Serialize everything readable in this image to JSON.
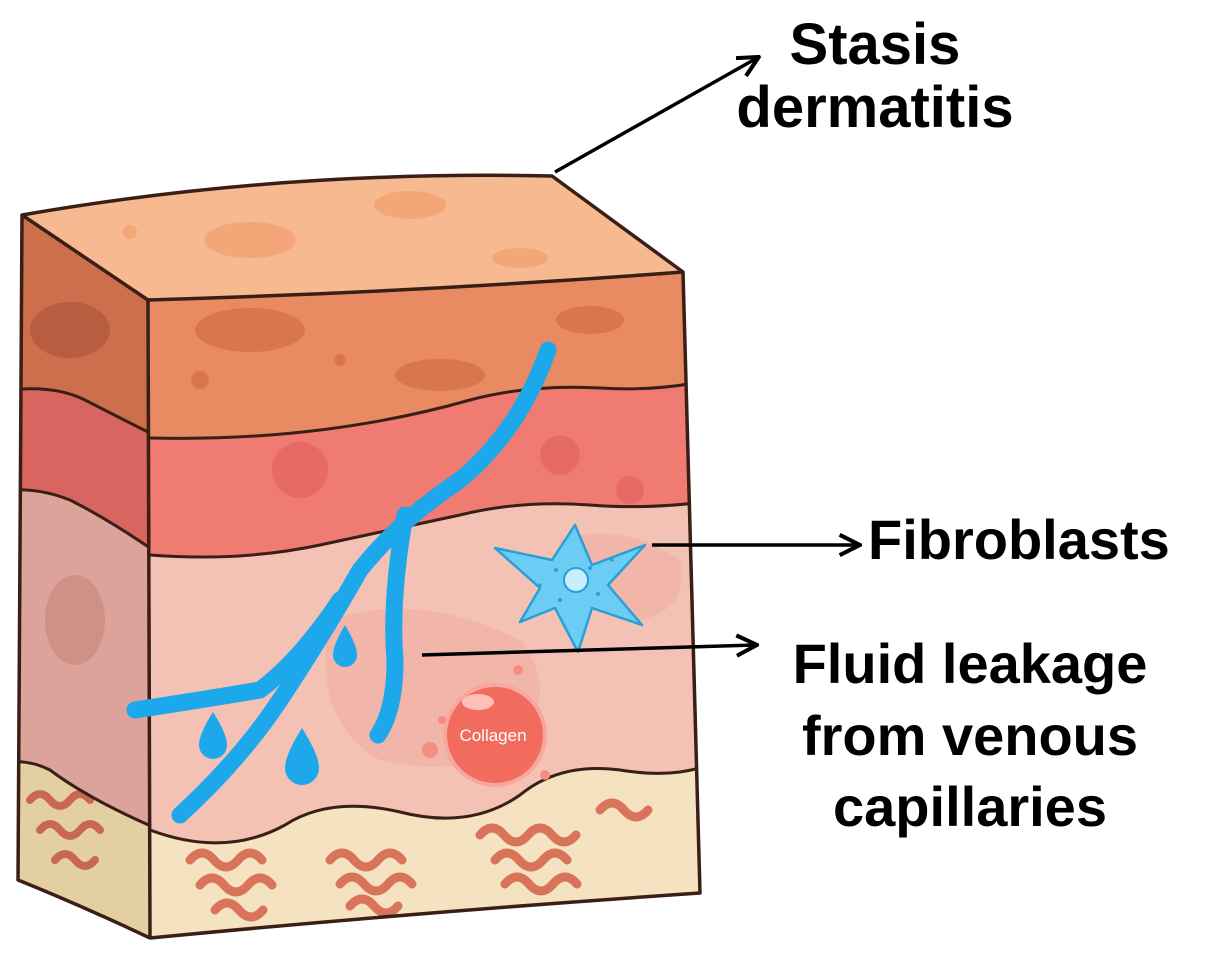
{
  "title": "",
  "colors": {
    "outline": "#3a1f17",
    "epidermis_top": "#f7b98f",
    "epidermis_front": "#e98b62",
    "epidermis_side": "#cd6e4c",
    "dermis_upper": "#ef7b73",
    "dermis_upper_side": "#d96560",
    "dermis_lower": "#f4c2b5",
    "dermis_lower_side": "#dca39a",
    "hypodermis": "#f4e2c0",
    "hypodermis_side": "#e4cfa3",
    "fat_swirl": "#d9745a",
    "vessel": "#1ea8ec",
    "fibroblast": "#6ccdf4",
    "collagen": "#f26b5f",
    "arrow": "#000000"
  },
  "labels": {
    "stasis_line1": "Stasis",
    "stasis_line2": "dermatitis",
    "fibroblasts": "Fibroblasts",
    "fluid_line1": "Fluid leakage",
    "fluid_line2": "from venous",
    "fluid_line3": "capillaries",
    "collagen": "Collagen"
  },
  "icons": {
    "fibroblast": "fibroblast-cell-icon",
    "collagen": "collagen-bubble-icon",
    "fluid": "fluid-droplet-icon",
    "vessel": "venous-capillary-icon"
  }
}
